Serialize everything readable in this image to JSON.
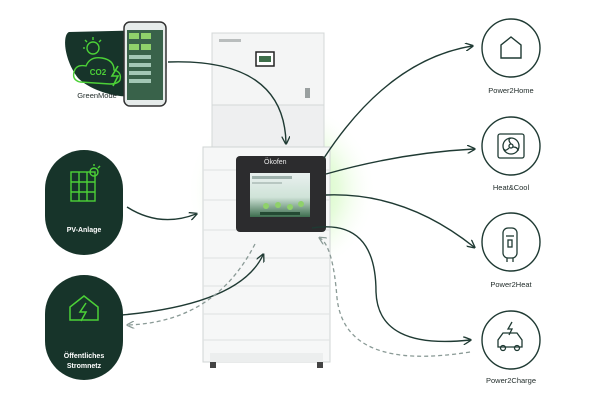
{
  "colors": {
    "dark_green": "#17342a",
    "bright_green": "#4cd137",
    "line": "#1f3a33",
    "dashed": "#8a9a96"
  },
  "labels": {
    "greenmode": "GreenMode",
    "pv_anlage": "PV-Anlage",
    "stromnetz_line1": "Öffentliches",
    "stromnetz_line2": "Stromnetz",
    "power2home": "Power2Home",
    "heat_cool": "Heat&Cool",
    "power2heat": "Power2Heat",
    "power2charge": "Power2Charge",
    "co2": "CO2",
    "brand": "Ökofen"
  },
  "icons": {
    "phone": "smartphone-icon",
    "cloud": "cloud-sun-icon",
    "solar": "solar-panel-icon",
    "grid": "house-bolt-icon",
    "home": "house-icon",
    "fan": "fan-icon",
    "boiler": "boiler-icon",
    "car": "car-charge-icon"
  }
}
